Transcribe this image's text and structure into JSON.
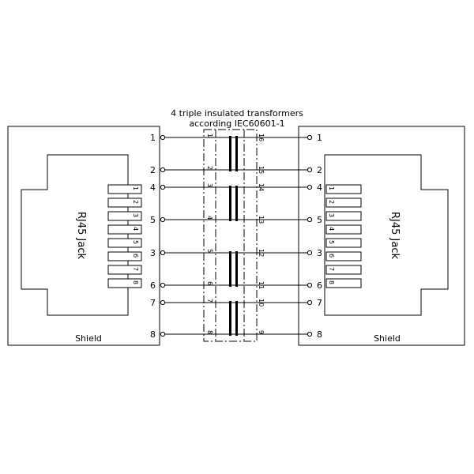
{
  "title": {
    "line1": "4 triple insulated transformers",
    "line2": "according IEC60601-1"
  },
  "left_jack": {
    "label": "RJ45 Jack",
    "shield_label": "Shield",
    "contacts": [
      "1",
      "2",
      "3",
      "4",
      "5",
      "6",
      "7",
      "8"
    ]
  },
  "right_jack": {
    "label": "RJ45 Jack",
    "shield_label": "Shield",
    "contacts": [
      "1",
      "2",
      "3",
      "4",
      "5",
      "6",
      "7",
      "8"
    ]
  },
  "terminals_left": [
    "1",
    "2",
    "4",
    "5",
    "3",
    "6",
    "7",
    "8"
  ],
  "terminals_right": [
    "1",
    "2",
    "4",
    "5",
    "3",
    "6",
    "7",
    "8"
  ],
  "winding_pins_left": [
    "1",
    "2",
    "3",
    "4",
    "5",
    "6",
    "7",
    "8"
  ],
  "winding_pins_right": [
    "16",
    "15",
    "14",
    "13",
    "12",
    "11",
    "10",
    "9"
  ]
}
